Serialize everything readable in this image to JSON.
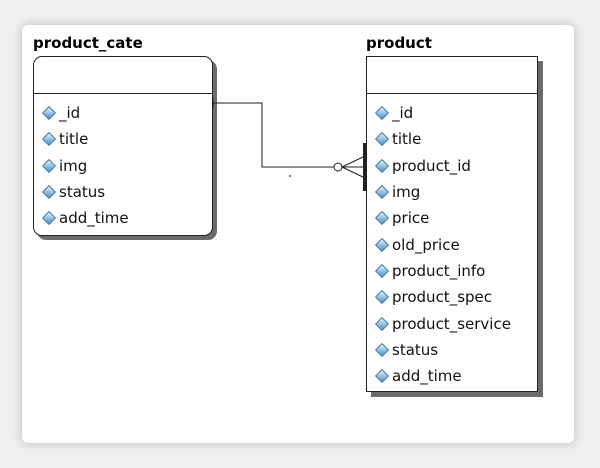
{
  "entities": {
    "product_cate": {
      "title": "product_cate",
      "attributes": [
        "_id",
        "title",
        "img",
        "status",
        "add_time"
      ]
    },
    "product": {
      "title": "product",
      "attributes": [
        "_id",
        "title",
        "product_id",
        "img",
        "price",
        "old_price",
        "product_info",
        "product_spec",
        "product_service",
        "status",
        "add_time"
      ]
    }
  },
  "relationship": {
    "from": "product_cate",
    "to": "product",
    "cardinality": "one-to-many",
    "from_end": "one",
    "to_end": "zero-or-many"
  },
  "icons": {
    "attribute": "attribute-diamond-icon"
  },
  "colors": {
    "attribute_icon": "#4f8fc2",
    "shadow": "#6b6b6b"
  }
}
